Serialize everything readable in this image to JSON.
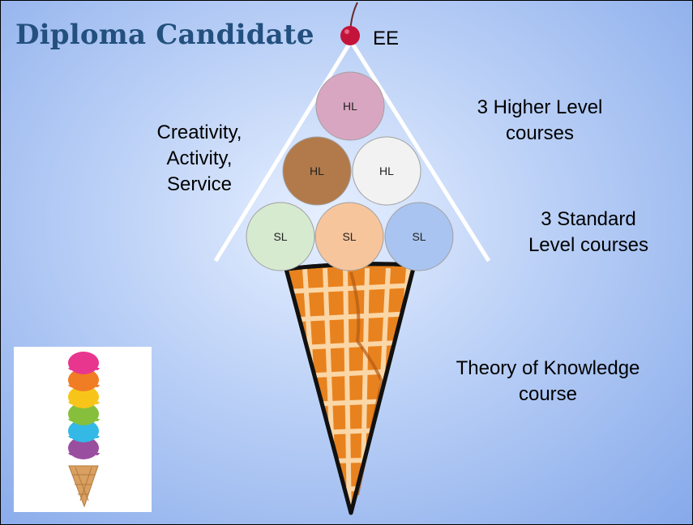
{
  "title": "Diploma Candidate",
  "labels": {
    "ee": "EE",
    "cas_line1": "Creativity,",
    "cas_line2": "Activity,",
    "cas_line3": "Service",
    "hl_line1": "3 Higher Level",
    "hl_line2": "courses",
    "sl_line1": "3 Standard",
    "sl_line2": "Level courses",
    "tok_line1": "Theory of Knowledge",
    "tok_line2": "course"
  },
  "scoops": [
    {
      "text": "HL",
      "color": "#d9a6c1"
    },
    {
      "text": "HL",
      "color": "#b27a4a"
    },
    {
      "text": "HL",
      "color": "#f2f2f2"
    },
    {
      "text": "SL",
      "color": "#d6ead0"
    },
    {
      "text": "SL",
      "color": "#f7c59c"
    },
    {
      "text": "SL",
      "color": "#a9c4f0"
    }
  ],
  "colors": {
    "title": "#23507e",
    "cone": "#e8821e",
    "cone_grid": "#fbd6a6",
    "cherry": "#c4133b"
  },
  "thumbnail_scoop_colors": [
    "#e8368f",
    "#f07c24",
    "#f7c51a",
    "#86bf3c",
    "#34b8e6",
    "#9a4e9f"
  ]
}
